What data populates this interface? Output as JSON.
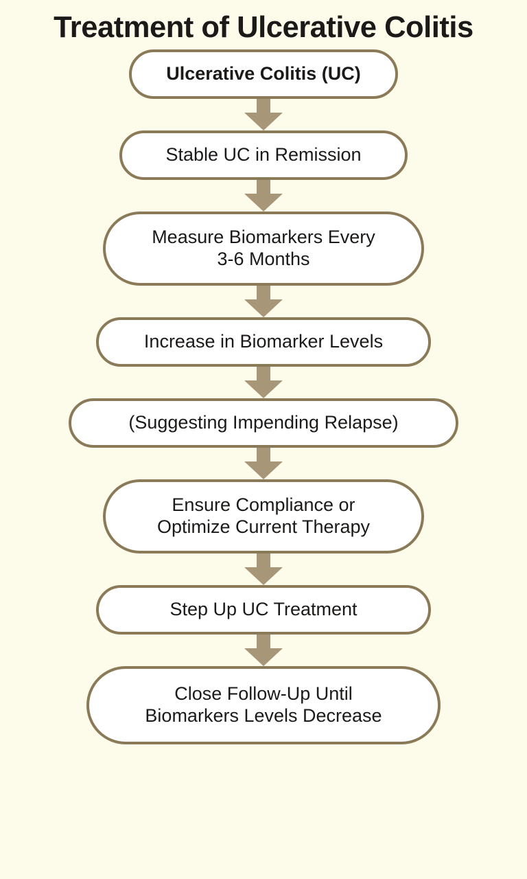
{
  "title": "Treatment of Ulcerative Colitis",
  "theme": {
    "background": "#fdfbea",
    "node_fill": "#ffffff",
    "node_border": "#8a7a58",
    "arrow_fill": "#a89678",
    "text": "#1c1a18"
  },
  "chart_data": {
    "type": "flowchart",
    "title": "Treatment of Ulcerative Colitis",
    "orientation": "top-to-bottom",
    "node_shape": "rounded-pill",
    "connector": "block-arrow-down",
    "nodes": [
      {
        "id": "uc",
        "label": "Ulcerative Colitis (UC)",
        "emphasis": true
      },
      {
        "id": "remission",
        "label": "Stable UC in Remission",
        "emphasis": false
      },
      {
        "id": "measure",
        "label": "Measure Biomarkers Every\n3-6 Months",
        "emphasis": false
      },
      {
        "id": "increase",
        "label": "Increase in Biomarker Levels",
        "emphasis": false
      },
      {
        "id": "relapse",
        "label": "(Suggesting Impending Relapse)",
        "emphasis": false
      },
      {
        "id": "compliance",
        "label": "Ensure Compliance or\nOptimize Current Therapy",
        "emphasis": false
      },
      {
        "id": "stepup",
        "label": "Step Up UC Treatment",
        "emphasis": false
      },
      {
        "id": "followup",
        "label": "Close Follow-Up Until\nBiomarkers Levels Decrease",
        "emphasis": false
      }
    ],
    "edges": [
      {
        "from": "uc",
        "to": "remission"
      },
      {
        "from": "remission",
        "to": "measure"
      },
      {
        "from": "measure",
        "to": "increase"
      },
      {
        "from": "increase",
        "to": "relapse"
      },
      {
        "from": "relapse",
        "to": "compliance"
      },
      {
        "from": "compliance",
        "to": "stepup"
      },
      {
        "from": "stepup",
        "to": "followup"
      }
    ]
  }
}
